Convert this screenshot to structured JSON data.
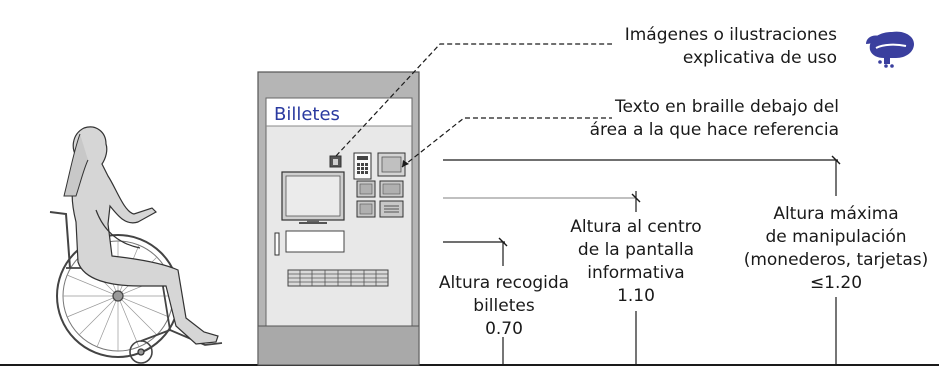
{
  "machine": {
    "screen_title": "Billetes"
  },
  "annotations": {
    "images": {
      "line1": "Imágenes o  ilustraciones",
      "line2": "explicativa de uso"
    },
    "braille": {
      "line1": "Texto en braille debajo del",
      "line2": "área a la que hace referencia"
    }
  },
  "heights": {
    "ticket_pickup": {
      "line1": "Altura recogida",
      "line2": "billetes",
      "value": "0.70"
    },
    "screen_center": {
      "line1": "Altura al centro",
      "line2": "de la pantalla",
      "line3": "informativa",
      "value": "1.10"
    },
    "max_handling": {
      "line1": "Altura máxima",
      "line2": "de manipulación",
      "line3": "(monederos, tarjetas)",
      "value": "≤1.20"
    }
  },
  "colors": {
    "line": "#1a1a1a",
    "machine_frame": "#a8a8a8",
    "machine_body": "#e6e6e6",
    "screen_title": "#2a3aa0",
    "accessibility_icon": "#3a3f9e"
  },
  "icons": {
    "accessibility": "hand-braille-icon",
    "person": "wheelchair-user-icon"
  }
}
